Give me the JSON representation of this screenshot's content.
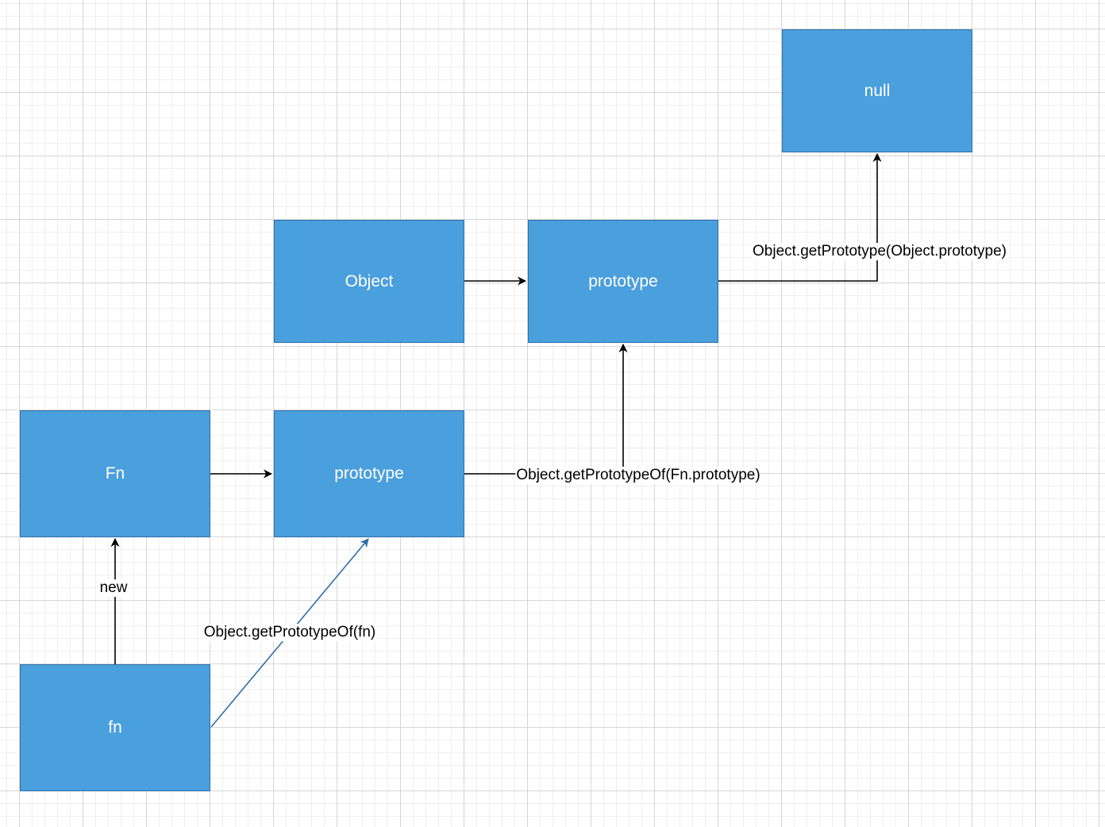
{
  "nodes": {
    "null": "null",
    "object": "Object",
    "object_prototype": "prototype",
    "fn_constructor": "Fn",
    "fn_prototype": "prototype",
    "fn_instance": "fn"
  },
  "edges": {
    "object_prototype_to_null": "Object.getPrototype(Object.prototype)",
    "fn_prototype_to_object_prototype": "Object.getPrototypeOf(Fn.prototype)",
    "fn_instance_to_fn": "new",
    "fn_instance_to_fn_prototype": "Object.getPrototypeOf(fn)"
  },
  "colors": {
    "node_fill": "#4a9fdd",
    "node_border": "#2f6ea8",
    "edge": "#000000",
    "edge_highlight": "#2f6ea8"
  }
}
